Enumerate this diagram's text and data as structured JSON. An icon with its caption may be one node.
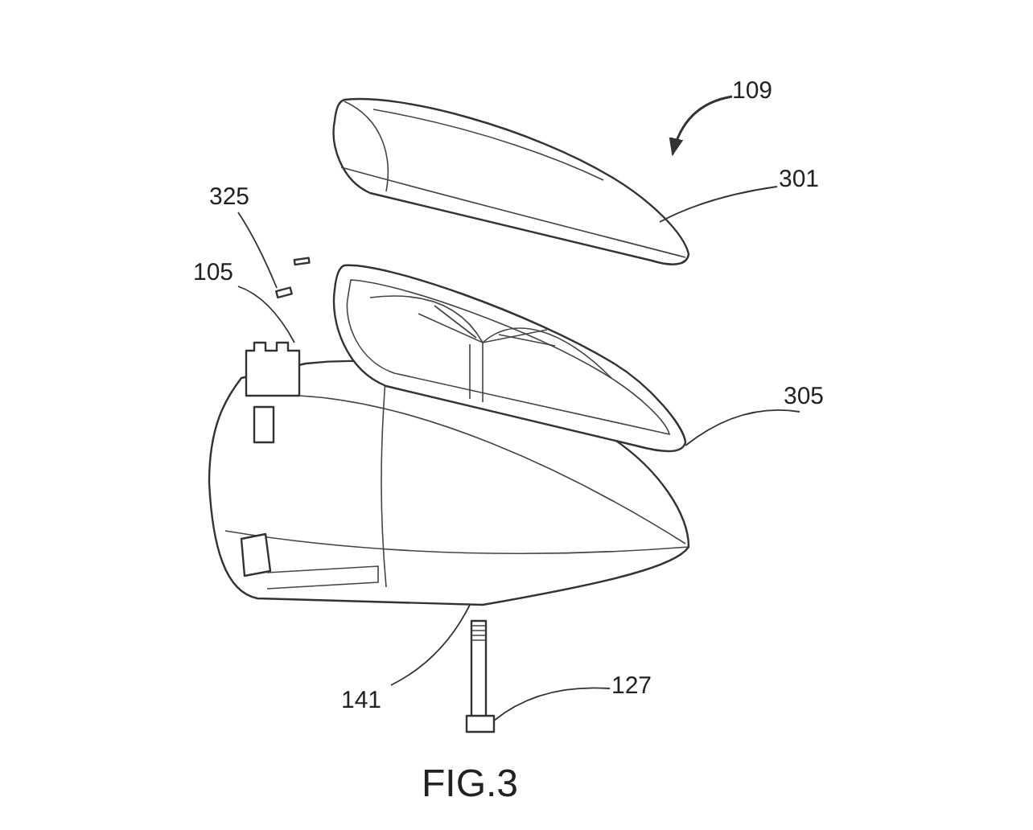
{
  "diagram": {
    "caption": "FIG.3",
    "nodes": [
      {
        "text": [
          "109"
        ]
      },
      {
        "text": [
          "301"
        ]
      },
      {
        "text": [],
        "shape": "picture"
      },
      {
        "text": [
          "325"
        ]
      },
      {
        "text": [],
        "shape": "picture"
      },
      {
        "text": [
          "105"
        ]
      },
      {
        "text": [],
        "shape": "picture"
      },
      {
        "text": [
          "305"
        ]
      },
      {
        "text": [],
        "shape": "picture"
      },
      {
        "text": [
          "141"
        ]
      },
      {
        "text": [
          "127"
        ]
      },
      {
        "text": [],
        "shape": "picture"
      }
    ],
    "edges": [
      {
        "from": 0,
        "to": null,
        "arrow": "to"
      },
      {
        "from": 1,
        "to": 2,
        "arrow": "none"
      },
      {
        "from": 3,
        "to": 4,
        "arrow": "none"
      },
      {
        "from": 5,
        "to": 6,
        "arrow": "none"
      },
      {
        "from": 7,
        "to": 8,
        "arrow": "none"
      },
      {
        "from": 9,
        "to": 6,
        "arrow": "none"
      },
      {
        "from": 10,
        "to": 11,
        "arrow": "none"
      }
    ]
  }
}
